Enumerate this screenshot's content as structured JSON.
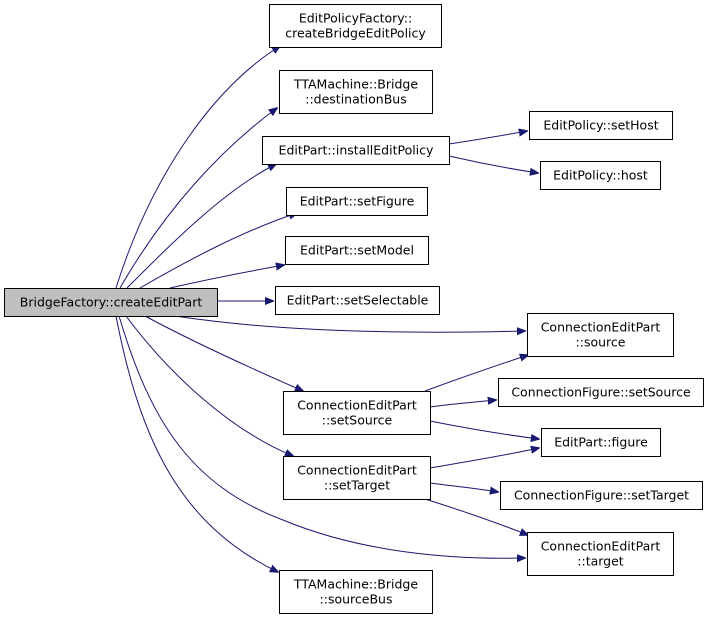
{
  "diagram": {
    "root": "BridgeFactory::createEditPart",
    "nodes": [
      {
        "id": "root",
        "lines": [
          "BridgeFactory::createEditPart"
        ]
      },
      {
        "id": "epf",
        "lines": [
          "EditPolicyFactory::",
          "createBridgeEditPolicy"
        ]
      },
      {
        "id": "tdb",
        "lines": [
          "TTAMachine::Bridge",
          "::destinationBus"
        ]
      },
      {
        "id": "iep",
        "lines": [
          "EditPart::installEditPolicy"
        ]
      },
      {
        "id": "sethost",
        "lines": [
          "EditPolicy::setHost"
        ]
      },
      {
        "id": "host",
        "lines": [
          "EditPolicy::host"
        ]
      },
      {
        "id": "setfig",
        "lines": [
          "EditPart::setFigure"
        ]
      },
      {
        "id": "setmod",
        "lines": [
          "EditPart::setModel"
        ]
      },
      {
        "id": "setsel",
        "lines": [
          "EditPart::setSelectable"
        ]
      },
      {
        "id": "cesrc",
        "lines": [
          "ConnectionEditPart",
          "::source"
        ]
      },
      {
        "id": "cess",
        "lines": [
          "ConnectionEditPart",
          "::setSource"
        ]
      },
      {
        "id": "cfss",
        "lines": [
          "ConnectionFigure::setSource"
        ]
      },
      {
        "id": "epfig",
        "lines": [
          "EditPart::figure"
        ]
      },
      {
        "id": "cest",
        "lines": [
          "ConnectionEditPart",
          "::setTarget"
        ]
      },
      {
        "id": "cfst",
        "lines": [
          "ConnectionFigure::setTarget"
        ]
      },
      {
        "id": "cetgt",
        "lines": [
          "ConnectionEditPart",
          "::target"
        ]
      },
      {
        "id": "tsb",
        "lines": [
          "TTAMachine::Bridge",
          "::sourceBus"
        ]
      }
    ],
    "edges": [
      {
        "from": "root",
        "to": "epf"
      },
      {
        "from": "root",
        "to": "tdb"
      },
      {
        "from": "root",
        "to": "iep"
      },
      {
        "from": "root",
        "to": "setfig"
      },
      {
        "from": "root",
        "to": "setmod"
      },
      {
        "from": "root",
        "to": "setsel"
      },
      {
        "from": "root",
        "to": "cesrc"
      },
      {
        "from": "root",
        "to": "cess"
      },
      {
        "from": "root",
        "to": "cest"
      },
      {
        "from": "root",
        "to": "cetgt"
      },
      {
        "from": "root",
        "to": "tsb"
      },
      {
        "from": "iep",
        "to": "sethost"
      },
      {
        "from": "iep",
        "to": "host"
      },
      {
        "from": "cess",
        "to": "cesrc"
      },
      {
        "from": "cess",
        "to": "cfss"
      },
      {
        "from": "cess",
        "to": "epfig"
      },
      {
        "from": "cest",
        "to": "epfig"
      },
      {
        "from": "cest",
        "to": "cfst"
      },
      {
        "from": "cest",
        "to": "cetgt"
      }
    ],
    "colors": {
      "edge": "#191970",
      "root_fill": "#bfbfbf",
      "node_fill": "#ffffff",
      "border": "#000000"
    }
  }
}
